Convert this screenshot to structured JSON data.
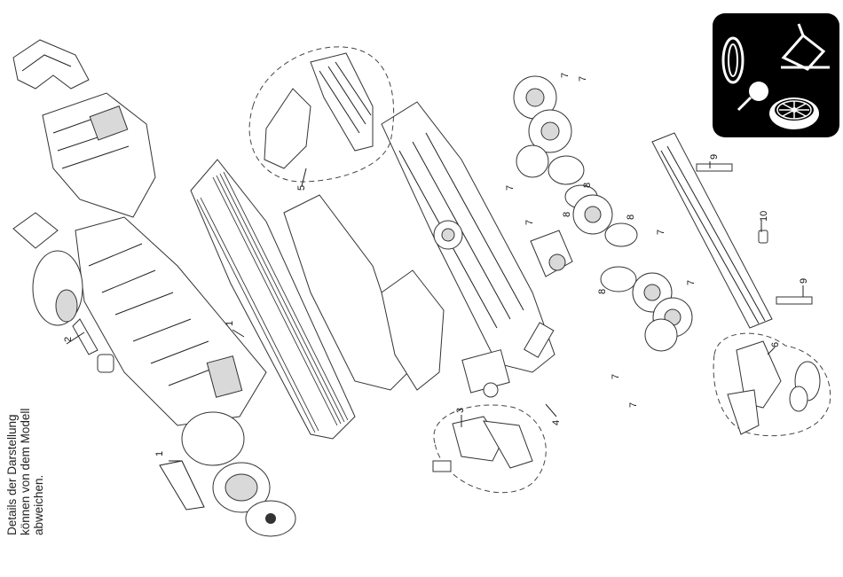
{
  "note_lines": [
    "Details der Darstellung",
    "können von dem Modell",
    "abweichen."
  ],
  "callouts": [
    {
      "id": "c1a",
      "label": "1"
    },
    {
      "id": "c1b",
      "label": "1"
    },
    {
      "id": "c2",
      "label": "2"
    },
    {
      "id": "c3",
      "label": "3"
    },
    {
      "id": "c4",
      "label": "4"
    },
    {
      "id": "c5",
      "label": "5"
    },
    {
      "id": "c6",
      "label": "6"
    },
    {
      "id": "c7a",
      "label": "7"
    },
    {
      "id": "c7b",
      "label": "7"
    },
    {
      "id": "c7c",
      "label": "7"
    },
    {
      "id": "c7d",
      "label": "7"
    },
    {
      "id": "c7e",
      "label": "7"
    },
    {
      "id": "c7f",
      "label": "7"
    },
    {
      "id": "c7g",
      "label": "7"
    },
    {
      "id": "c7h",
      "label": "7"
    },
    {
      "id": "c8a",
      "label": "8"
    },
    {
      "id": "c8b",
      "label": "8"
    },
    {
      "id": "c8c",
      "label": "8"
    },
    {
      "id": "c8d",
      "label": "8"
    },
    {
      "id": "c9a",
      "label": "9"
    },
    {
      "id": "c9b",
      "label": "9"
    },
    {
      "id": "c10",
      "label": "10"
    }
  ],
  "service_icon": {
    "name": "maintenance-symbols-icon",
    "background": "#000000",
    "foreground": "#ffffff"
  }
}
